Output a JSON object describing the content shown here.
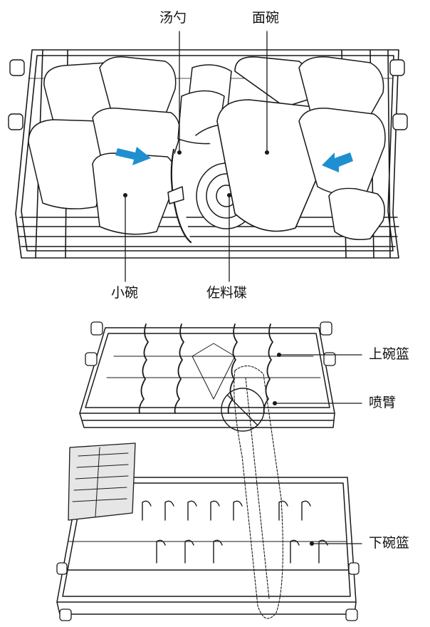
{
  "top_figure": {
    "labels": {
      "spoon": "汤勺",
      "noodle_bowl": "面碗",
      "small_bowl": "小碗",
      "side_dish": "佐料碟"
    }
  },
  "bottom_figure": {
    "labels": {
      "upper_basket": "上碗篮",
      "spray_arm": "喷臂",
      "lower_basket": "下碗篮"
    }
  },
  "colors": {
    "line": "#1a1a1a",
    "arrow": "#1e8fd0",
    "fill": "#ffffff"
  }
}
